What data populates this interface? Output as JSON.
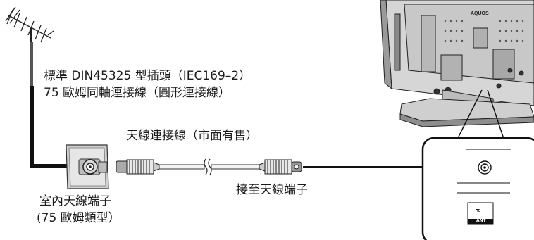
{
  "labels": {
    "plug_spec_line1": "標準 DIN45325 型插頭（IEC169–2）",
    "plug_spec_line2": "75 歐姆同軸連接線（圓形連接線）",
    "cable_label": "天線連接線（市面有售）",
    "connect_to": "接至天線端子",
    "wall_terminal_line1": "室內天線端子",
    "wall_terminal_line2": "(75 歐姆類型）"
  },
  "tv": {
    "brand": "AQUOS",
    "terminal_label": "ANT",
    "terminal_symbol": "ᄀᄃ"
  }
}
